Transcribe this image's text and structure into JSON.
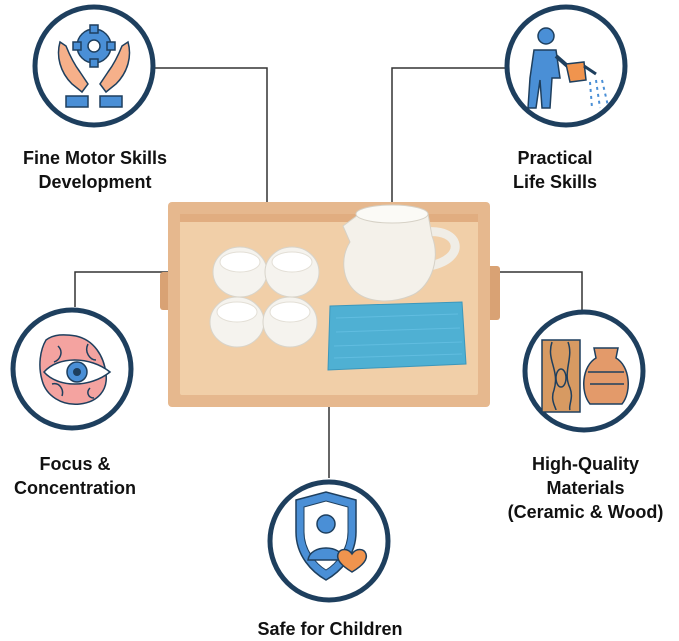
{
  "features": [
    {
      "id": "fine-motor",
      "lines": [
        "Fine Motor Skills",
        "Development"
      ],
      "icon": "hands-gear-icon"
    },
    {
      "id": "practical-life",
      "lines": [
        "Practical",
        "Life Skills"
      ],
      "icon": "watering-person-icon"
    },
    {
      "id": "focus",
      "lines": [
        "Focus &",
        "Concentration"
      ],
      "icon": "brain-eye-icon"
    },
    {
      "id": "materials",
      "lines": [
        "High-Quality",
        "Materials",
        "(Ceramic & Wood)"
      ],
      "icon": "wood-vase-icon"
    },
    {
      "id": "safe",
      "lines": [
        "Safe for Children"
      ],
      "icon": "shield-child-heart-icon"
    }
  ],
  "colors": {
    "ring": "#1e3f5e",
    "connector": "#333333",
    "icon_blue": "#4a8fd6",
    "icon_orange": "#f0944e",
    "icon_pink": "#f4a3a0",
    "tray_wood": "#e4b48a",
    "towel": "#4fb0d3"
  }
}
